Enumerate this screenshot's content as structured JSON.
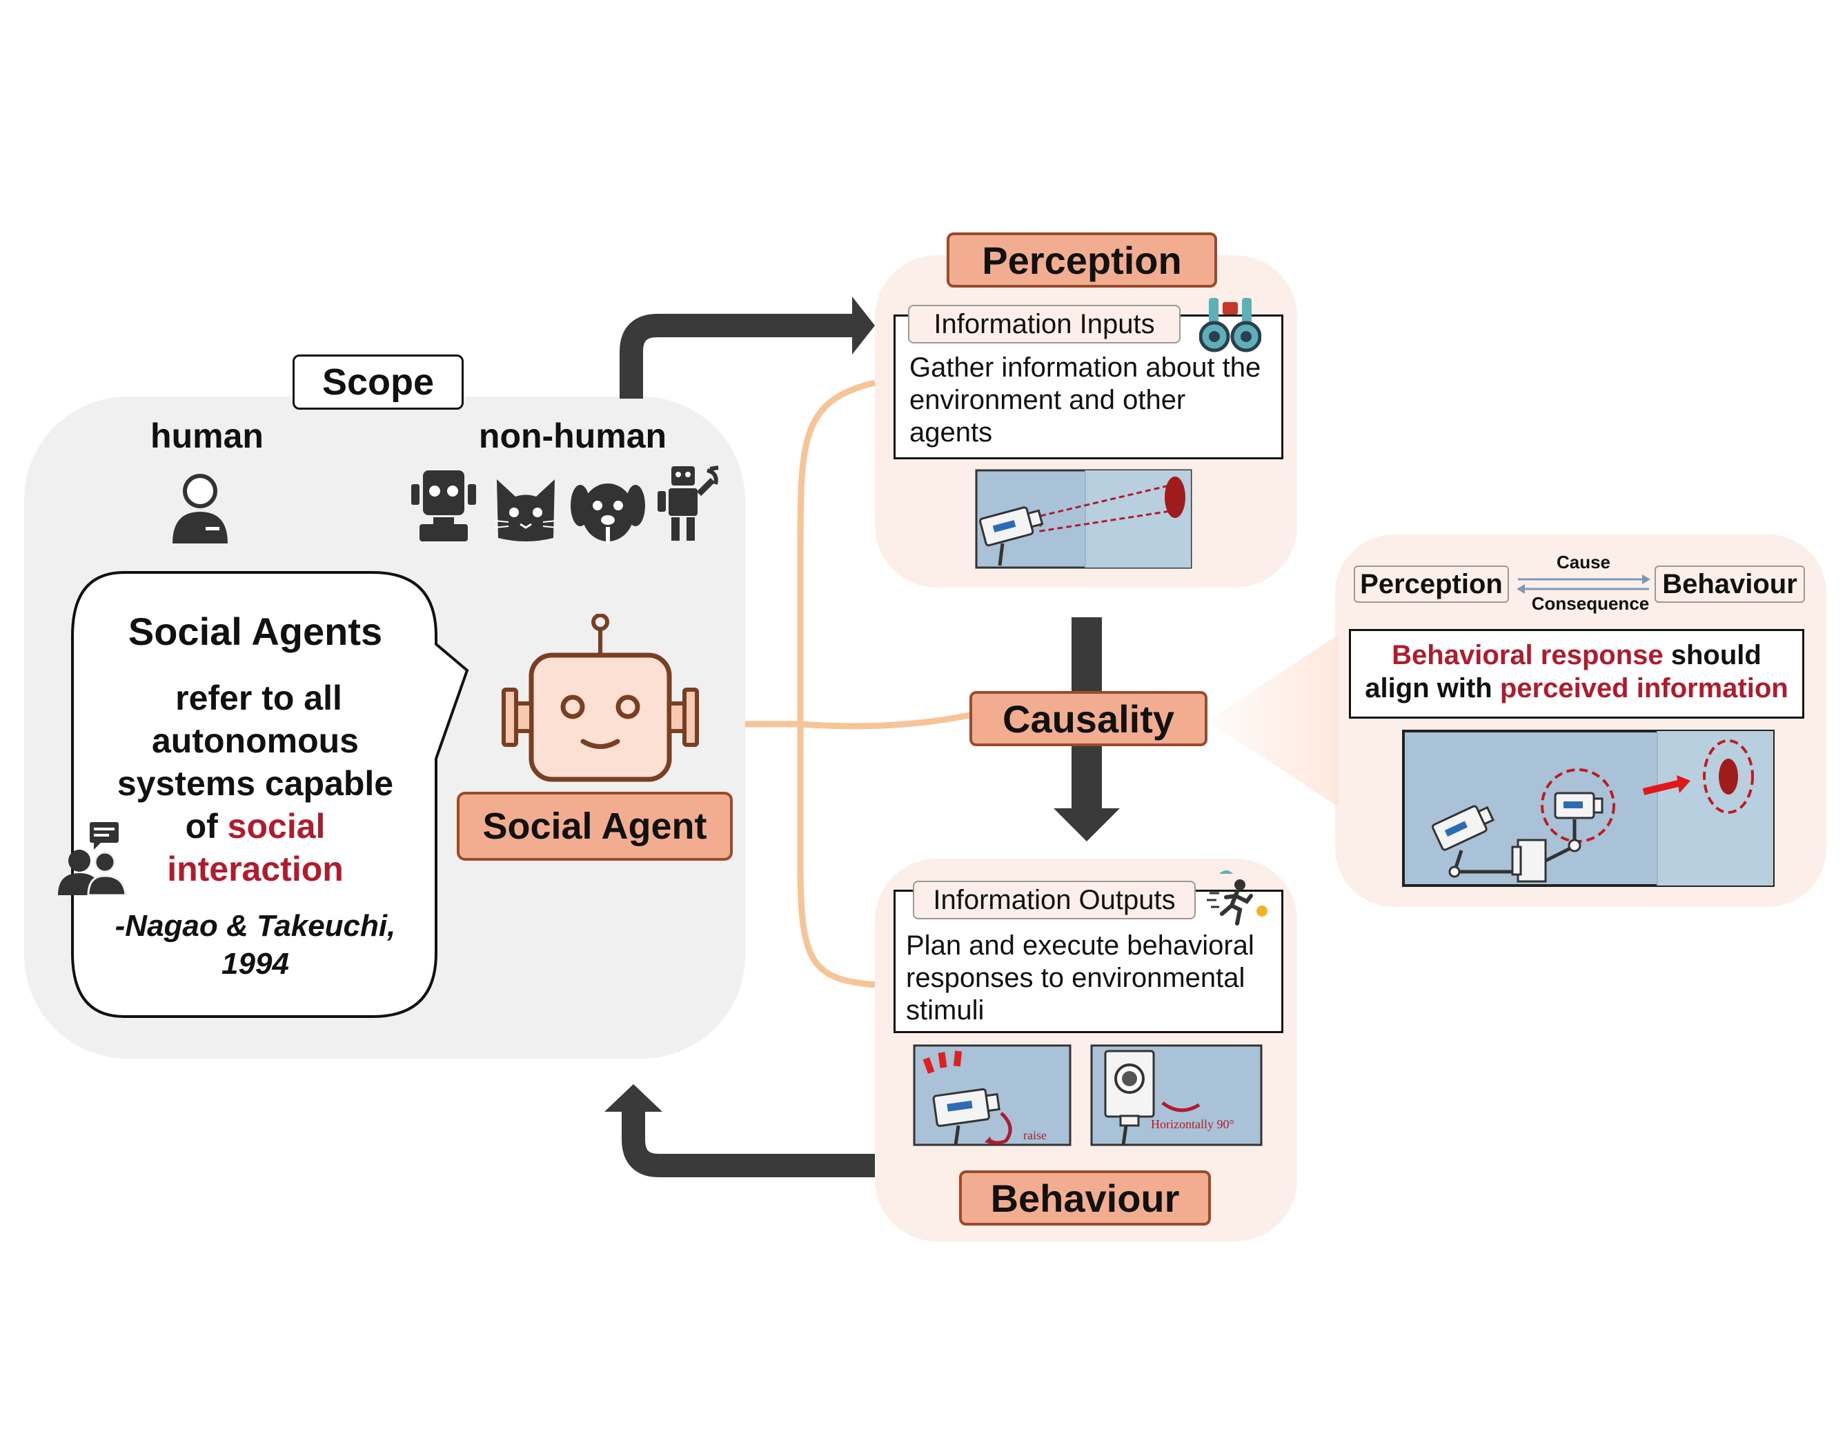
{
  "scope": {
    "title": "Scope",
    "human_label": "human",
    "nonhuman_label": "non-human",
    "bubble_title": "Social Agents",
    "definition_lines": [
      "refer to all",
      "autonomous",
      "systems capable"
    ],
    "definition_of": "of ",
    "definition_social": "social",
    "definition_interaction": "interaction",
    "citation_line1": "-Nagao & Takeuchi,",
    "citation_line2": "1994",
    "agent_label": "Social Agent"
  },
  "perception": {
    "title": "Perception",
    "inputs_label": "Information Inputs",
    "inputs_text": "Gather information about the environment and other agents"
  },
  "causality": {
    "title": "Causality"
  },
  "behaviour": {
    "title": "Behaviour",
    "outputs_label": "Information Outputs",
    "outputs_text": "Plan and execute behavioral responses to environmental stimuli",
    "raise_label": "raise",
    "horizontal_label": "Horizontally 90°"
  },
  "causality_detail": {
    "perception": "Perception",
    "behaviour": "Behaviour",
    "cause": "Cause",
    "consequence": "Consequence",
    "statement_red1": "Behavioral response",
    "statement_1": " should",
    "statement_2": "align with ",
    "statement_red2": "perceived information"
  },
  "colors": {
    "accent_box": "#f2ad91",
    "accent_border": "#9b4a2c",
    "panel_bg": "#fcefe9",
    "scope_bg": "#f0f0f0",
    "highlight_red": "#b01c2e",
    "scene_bg": "#a9c2d7",
    "connector": "#f6c496",
    "arrow": "#3a3a3a"
  },
  "icons": {
    "human": "person-icon",
    "nonhuman": [
      "robot-head-icon",
      "cat-icon",
      "dog-icon",
      "robot-arm-icon"
    ],
    "perception": "binoculars-icon",
    "behaviour": "running-person-icon",
    "interaction": "people-chat-icon"
  }
}
